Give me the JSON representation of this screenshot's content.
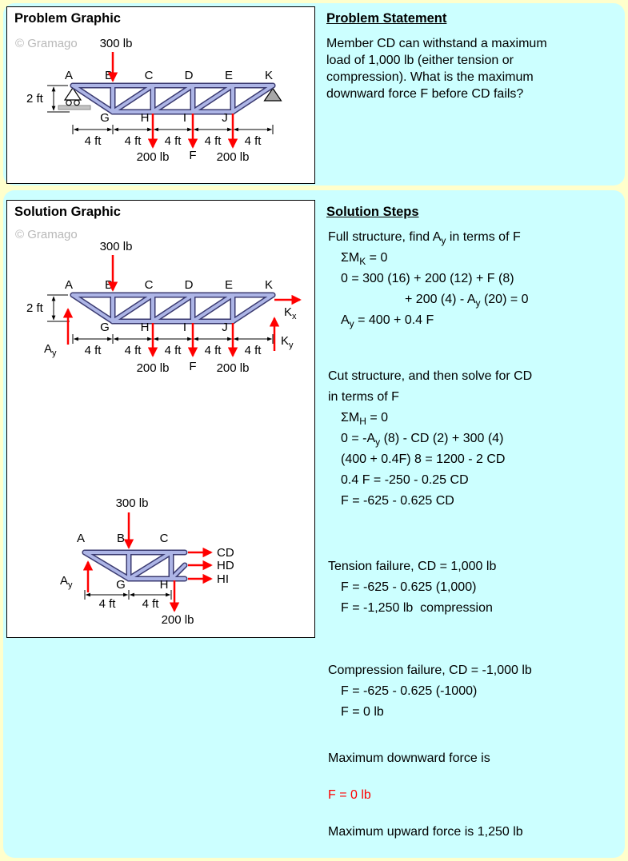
{
  "watermark": "© Gramago",
  "problem": {
    "box_title": "Problem Graphic",
    "statement_title": "Problem Statement",
    "statement": "Member CD can withstand a maximum load of 1,000 lb (either tension or compression). What is the maximum downward force F before CD fails?"
  },
  "solution": {
    "box_title": "Solution Graphic",
    "steps_title": "Solution Steps",
    "steps": [
      {
        "text": "Full structure, find A~y~ in terms of F",
        "indent": 0
      },
      {
        "text": "ΣM~K~ = 0",
        "indent": 1
      },
      {
        "text": "0 = 300 (16) + 200 (12) + F (8)",
        "indent": 1
      },
      {
        "text": "+ 200 (4) - A~y~ (20) = 0",
        "indent": 2
      },
      {
        "text": "A~y~ = 400 + 0.4 F",
        "indent": 1
      },
      {
        "gap": 44
      },
      {
        "text": "Cut structure, and then solve for CD",
        "indent": 0
      },
      {
        "text": "in terms of F",
        "indent": 0
      },
      {
        "text": "ΣM~H~ = 0",
        "indent": 1
      },
      {
        "text": "0 = -A~y~ (8) - CD (2) + 300 (4)",
        "indent": 1
      },
      {
        "text": "(400 + 0.4F) 8 = 1200 - 2 CD",
        "indent": 1
      },
      {
        "text": "0.4 F = -250 - 0.25 CD",
        "indent": 1
      },
      {
        "text": "F = -625 - 0.625 CD",
        "indent": 1
      },
      {
        "gap": 56
      },
      {
        "text": "Tension failure, CD = 1,000 lb",
        "indent": 0
      },
      {
        "text": "F = -625 - 0.625 (1,000)",
        "indent": 1
      },
      {
        "text": "F = -1,250 lb  compression",
        "indent": 1
      },
      {
        "gap": 52
      },
      {
        "text": "Compression failure, CD = -1,000 lb",
        "indent": 0
      },
      {
        "text": "F = -625 - 0.625 (-1000)",
        "indent": 1
      },
      {
        "text": "F = 0 lb",
        "indent": 1
      },
      {
        "gap": 32
      },
      {
        "text": "Maximum downward force is",
        "indent": 0
      },
      {
        "gap": 20
      },
      {
        "text": "F = 0 lb",
        "indent": 0,
        "red": true
      },
      {
        "gap": 20
      },
      {
        "text": "Maximum upward force is 1,250 lb",
        "indent": 0
      }
    ]
  },
  "diagram": {
    "nodes_top": [
      "A",
      "B",
      "C",
      "D",
      "E",
      "K"
    ],
    "nodes_bottom": [
      "G",
      "H",
      "I",
      "J"
    ],
    "cut_nodes_top": [
      "A",
      "B",
      "C"
    ],
    "cut_nodes_bottom": [
      "G",
      "H"
    ],
    "loads": {
      "p300": "300 lb",
      "p200": "200 lb",
      "F": "F"
    },
    "dims": {
      "d2": "2 ft",
      "d4": "4 ft"
    },
    "reactions": {
      "Ay": {
        "base": "A",
        "sub": "y"
      },
      "Kx": {
        "base": "K",
        "sub": "x"
      },
      "Ky": {
        "base": "K",
        "sub": "y"
      }
    },
    "cut_members": [
      "CD",
      "HD",
      "HI"
    ]
  },
  "colors": {
    "page_bg": "#FFFFCC",
    "panel_bg": "#CCFFFF",
    "accent_red": "#FF0000",
    "member_fill": "#ADB5E6",
    "member_edge": "#3A3A70",
    "watermark_gray": "#B8B8B8",
    "support_gray": "#A8A8A8"
  }
}
